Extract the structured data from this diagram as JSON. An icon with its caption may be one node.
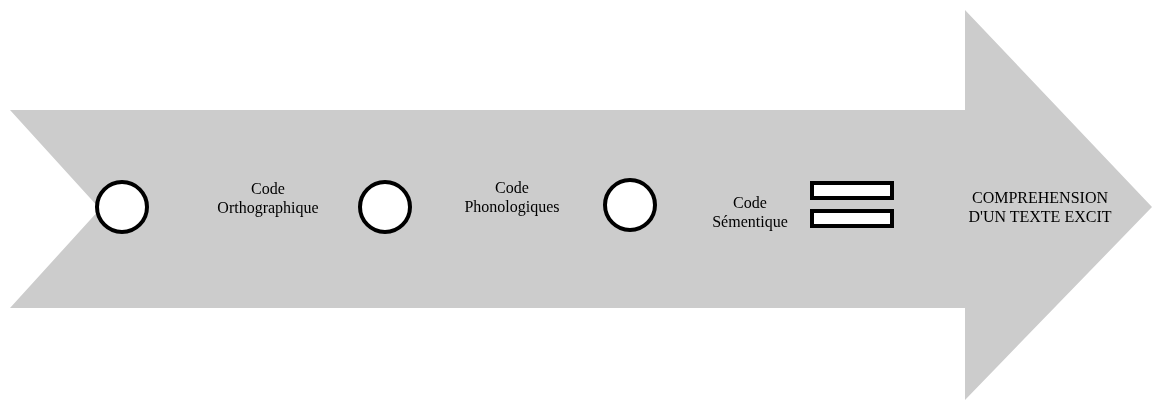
{
  "diagram": {
    "nodes": [
      {
        "text": [],
        "shape": "arrow"
      },
      {
        "text": [],
        "shape": "circle",
        "in": 0
      },
      {
        "text": [],
        "shape": "circle",
        "in": 0
      },
      {
        "text": [],
        "shape": "circle",
        "in": 0
      },
      {
        "text": [],
        "shape": "equals",
        "in": 0
      }
    ],
    "edges": [],
    "labels": [
      "Code Orthographique",
      "Code Phonologiques",
      "Code Sémentique",
      "COMPREHENSION D'UN TEXTE EXCIT"
    ]
  }
}
